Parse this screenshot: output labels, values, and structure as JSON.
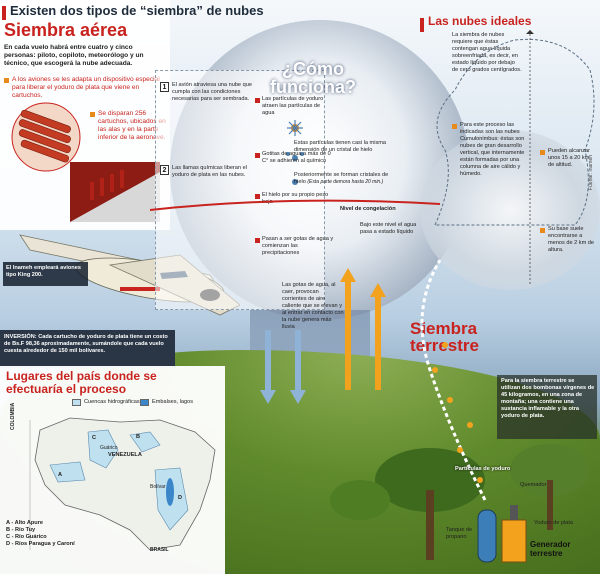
{
  "header": {
    "title": "Existen dos tipos de “siembra” de nubes",
    "section_aerial": "Siembra aérea",
    "intro": "En cada vuelo habrá entre cuatro y cinco personas: piloto, copiloto, meteorólogo y un técnico, que escogerá la nube adecuada.",
    "bullet1": "A los aviones se les adapta un dispositivo especial para liberar el yoduro de plata que viene en cartuchos.",
    "bullet2": "Se disparan 256 cartuchos, ubicados en las alas y en la parte inferior de la aeronave."
  },
  "plane": {
    "caption": "El Inameh empleará aviones tipo King 200."
  },
  "investment": {
    "label": "INVERSIÓN:",
    "text": "Cada cartucho de yoduro de plata tiene un costo de Bs.F 98,36 aproximadamente, sumándole que cada vuelo cuesta alrededor de 150 mil bolívares."
  },
  "how": {
    "title_line1": "¿Cómo",
    "title_line2": "funciona?",
    "step1_num": "1",
    "step1": "El avión atraviesa una nube que cumpla con las condiciones necesarias para ser sembrada.",
    "step2_num": "2",
    "step2": "Las llamas químicas liberan el yoduro de plata en las nubes.",
    "p1": "Las partículas de yoduro atraen las partículas de agua",
    "p2": "Estas partículas tienen casi la misma dimensión de un cristal de hielo",
    "p3": "Gotitas de agua a más de 0 C° se adhieren al químico",
    "p4": "Posteriormente se forman cristales de hielo",
    "p4_note": "(Esta parte demora hasta 20 min.)",
    "p5": "El hielo por su propio peso baja",
    "freeze_level": "Nivel de congelación",
    "p6": "Pasan a ser gotas de agua y comienzan las precipitaciones",
    "p7": "Bajo este nivel el agua pasa a estado líquido",
    "p8": "Las gotas de agua, al caer, provocan corrientes de aire caliente que se elevan y al entrar en contacto con la nube genera más lluvia"
  },
  "ideal": {
    "title": "Las nubes ideales",
    "intro": "La siembra de nubes requiere que éstas contengan agua líquida sobreenfriada, es decir, en estado líquido por debajo de cero grados centígrados.",
    "b1": "Para este proceso las indicadas son las nubes Cumulonimbus: éstas son nubes de gran desarrollo vertical, que internamente están formadas por una columna de aire cálido y húmedo.",
    "b2": "Pueden alcanzar unos 15 a 20 km de altitud.",
    "b3": "Su base suele encontrarse a menos de 2 km de altura.",
    "fuente": "Fuente: Inameh"
  },
  "ground": {
    "title_line1": "Siembra",
    "title_line2": "terrestre",
    "desc": "Para la siembra terrestre se utilizan dos bombonas vírgenes de 45 kilogramos, en una zona de montaña; una contiene una sustancia inflamable y la otra yoduro de plata.",
    "particles": "Partículas de yoduro",
    "burner": "Quemador",
    "propane": "Tanque de propano",
    "silver": "Yoduro de plata",
    "generator": "Generador terrestre"
  },
  "map": {
    "title": "Lugares del país donde se efectuaría el proceso",
    "legend_basins": "Cuencas hidrográficas",
    "legend_reservoirs": "Embalses, lagos",
    "country": "VENEZUELA",
    "neighbor_w": "COLOMBIA",
    "neighbor_s": "BRASIL",
    "state_bolivar": "Bolívar",
    "state_guarico": "Guárico",
    "list": [
      "A - Alto Apure",
      "B - Río Tuy",
      "C - Río Guárico",
      "D - Ríos Paragua y Caroní"
    ],
    "mark_b": "B",
    "mark_c": "C",
    "mark_a": "A",
    "mark_d": "D"
  },
  "colors": {
    "accent": "#c8231e",
    "marker": "#e88a1b",
    "dark": "#1d2b3a"
  }
}
